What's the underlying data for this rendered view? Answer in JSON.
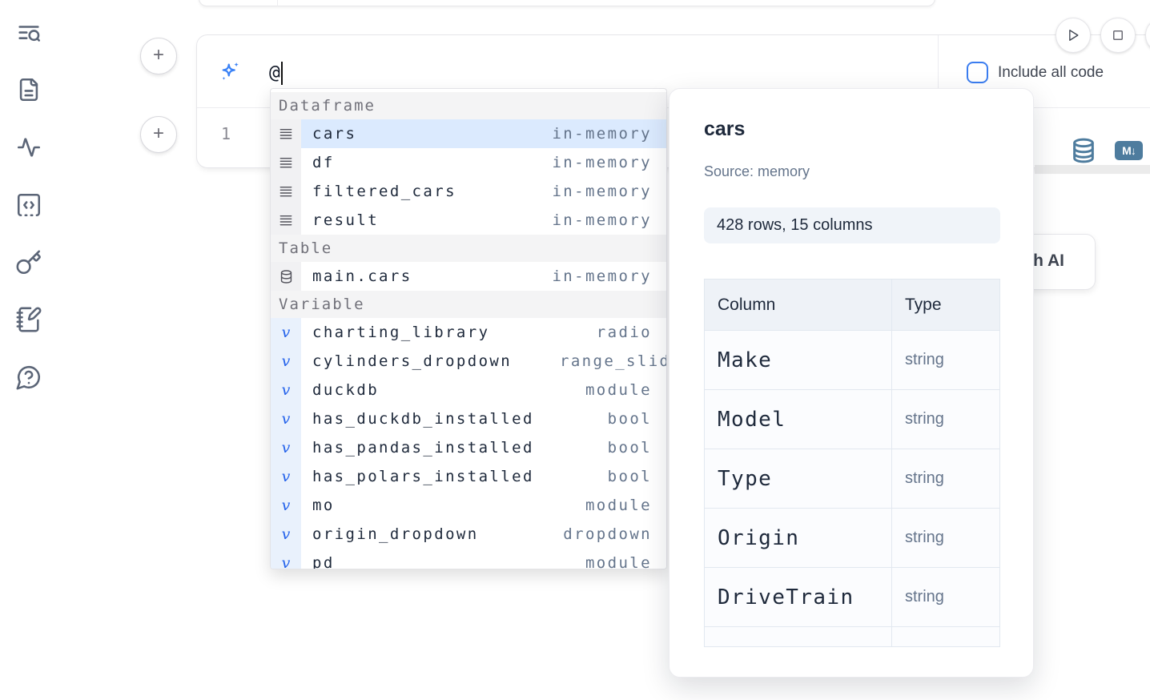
{
  "sidebar": {
    "icons": [
      "toc-search-icon",
      "document-icon",
      "tracing-icon",
      "snippets-icon",
      "secrets-key-icon",
      "scratchpad-icon",
      "help-icon"
    ]
  },
  "run_controls": {
    "icons": [
      "play-icon",
      "stop-icon",
      "more-icon-partial"
    ]
  },
  "ai_prompt": {
    "value": "@",
    "include_all_code_label": "Include all code",
    "include_all_code_checked": false,
    "sparkle_icon": "ai-sparkle-icon"
  },
  "cell": {
    "line_number": "1",
    "toolbar_icons": [
      "datasource-icon",
      "markdown-icon"
    ],
    "markdown_icon_text": "M↓"
  },
  "generate_ai_button": {
    "label": "Generate with AI"
  },
  "autocomplete": {
    "sections": [
      {
        "label": "Dataframe",
        "kind": "df",
        "items": [
          {
            "label": "cars",
            "detail": "in-memory",
            "selected": true
          },
          {
            "label": "df",
            "detail": "in-memory"
          },
          {
            "label": "filtered_cars",
            "detail": "in-memory"
          },
          {
            "label": "result",
            "detail": "in-memory"
          }
        ]
      },
      {
        "label": "Table",
        "kind": "table",
        "items": [
          {
            "label": "main.cars",
            "detail": "in-memory"
          }
        ]
      },
      {
        "label": "Variable",
        "kind": "var",
        "items": [
          {
            "label": "charting_library",
            "detail": "radio"
          },
          {
            "label": "cylinders_dropdown",
            "detail": "range_slider",
            "clip": true
          },
          {
            "label": "duckdb",
            "detail": "module"
          },
          {
            "label": "has_duckdb_installed",
            "detail": "bool"
          },
          {
            "label": "has_pandas_installed",
            "detail": "bool"
          },
          {
            "label": "has_polars_installed",
            "detail": "bool"
          },
          {
            "label": "mo",
            "detail": "module"
          },
          {
            "label": "origin_dropdown",
            "detail": "dropdown"
          },
          {
            "label": "pd",
            "detail": "module",
            "partial": true
          }
        ]
      }
    ]
  },
  "preview_panel": {
    "title": "cars",
    "source": "Source: memory",
    "shape_badge": "428 rows, 15 columns",
    "table": {
      "headers": [
        "Column",
        "Type"
      ],
      "rows": [
        [
          "Make",
          "string"
        ],
        [
          "Model",
          "string"
        ],
        [
          "Type",
          "string"
        ],
        [
          "Origin",
          "string"
        ],
        [
          "DriveTrain",
          "string"
        ]
      ],
      "partial_next_row": true
    }
  },
  "colors": {
    "accent_blue": "#3b82f6",
    "steel_blue": "#4e7c9e",
    "selected_row": "#dbeafe",
    "checkbox_border": "#3b7df0"
  }
}
